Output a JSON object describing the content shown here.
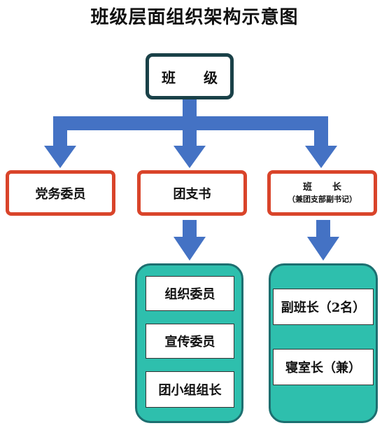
{
  "title": "班级层面组织架构示意图",
  "root": {
    "label": "班　级"
  },
  "level2": [
    {
      "label": "党务委员"
    },
    {
      "label": "团支书"
    },
    {
      "label_line1": "班　长",
      "label_line2": "（兼团支部副书记）"
    }
  ],
  "group_tuanzhishu": [
    "组织委员",
    "宣传委员",
    "团小组组长"
  ],
  "group_banzhang": [
    "副班长（2名）",
    "寝室长（兼）"
  ],
  "colors": {
    "root_border": "#1a4148",
    "level2_border": "#d9442a",
    "arrow": "#4472c4",
    "group_fill": "#2ebfad"
  }
}
